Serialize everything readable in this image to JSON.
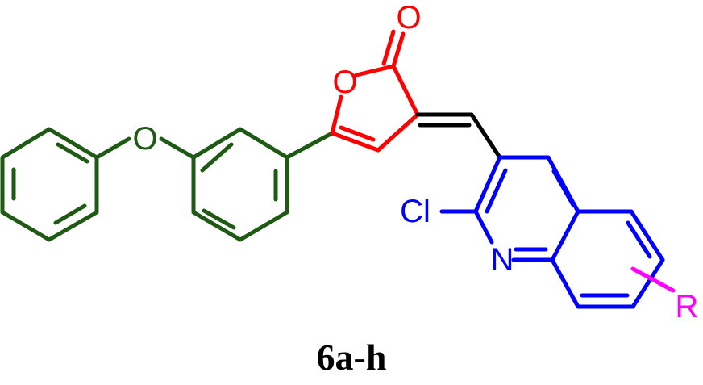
{
  "atoms": {
    "carbonyl_o": "O",
    "ring_o": "O",
    "ether_o": "O",
    "chlorine": "Cl",
    "nitrogen": "N",
    "substituent": "R"
  },
  "compound_label": "6a-h",
  "colors": {
    "phenoxyphenyl": "#1e5a14",
    "furanone": "#ff0000",
    "linker": "#000000",
    "quinoline": "#0000ff",
    "substituent": "#ff00ff",
    "label": "#000000"
  }
}
